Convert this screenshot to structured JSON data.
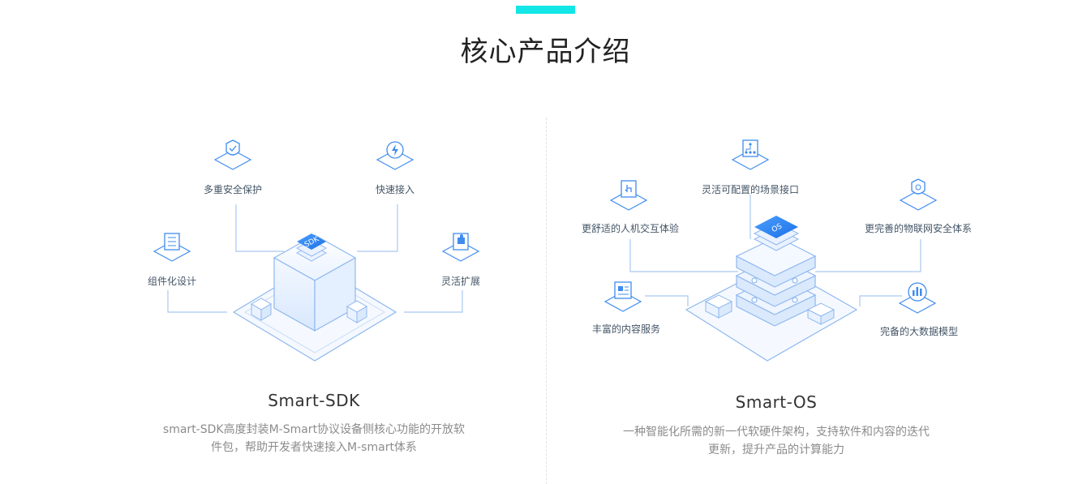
{
  "section": {
    "title": "核心产品介绍",
    "accent_color": "#13e6e6"
  },
  "products": [
    {
      "name": "Smart-SDK",
      "desc_line1": "smart-SDK高度封装M-Smart协议设备侧核心功能的开放软",
      "desc_line2": "件包，帮助开发者快速接入M-smart体系",
      "badge": "SDK",
      "features": [
        {
          "label": "多重安全保护",
          "icon": "shield-check-icon"
        },
        {
          "label": "快速接入",
          "icon": "lightning-icon"
        },
        {
          "label": "组件化设计",
          "icon": "sliders-icon"
        },
        {
          "label": "灵活扩展",
          "icon": "puzzle-icon"
        }
      ]
    },
    {
      "name": "Smart-OS",
      "desc_line1": "一种智能化所需的新一代软硬件架构，支持软件和内容的迭代",
      "desc_line2": "更新，提升产品的计算能力",
      "badge": "OS",
      "features": [
        {
          "label": "灵活可配置的场景接口",
          "icon": "network-icon"
        },
        {
          "label": "更舒适的人机交互体验",
          "icon": "touch-icon"
        },
        {
          "label": "更完善的物联网安全体系",
          "icon": "security-icon"
        },
        {
          "label": "丰富的内容服务",
          "icon": "content-icon"
        },
        {
          "label": "完备的大数据模型",
          "icon": "bar-chart-icon"
        }
      ]
    }
  ],
  "colors": {
    "line": "#a9c8f0",
    "icon_stroke": "#3f8cf0",
    "badge": "#2f7ff0",
    "text": "#333333",
    "desc": "#8c8c8c"
  }
}
